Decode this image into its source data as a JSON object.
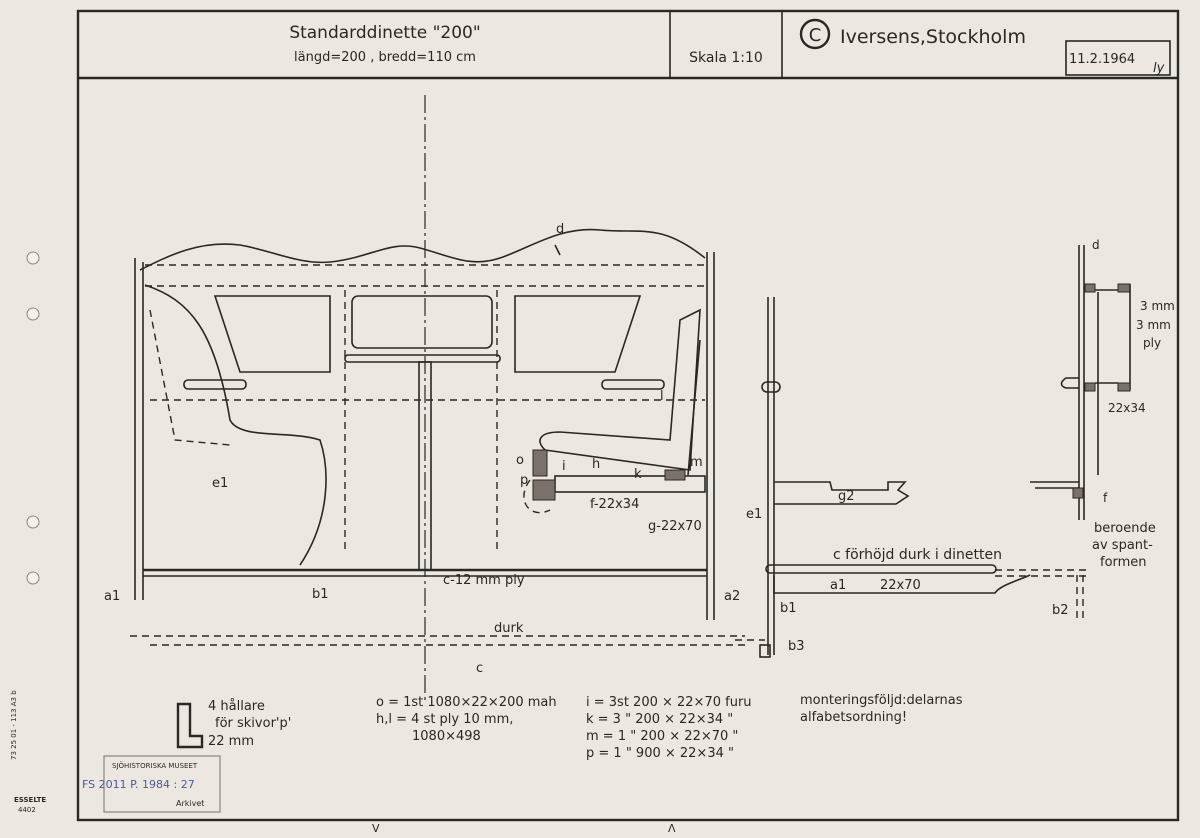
{
  "title_block": {
    "title": "Standarddinette \"200\"",
    "subtitle": "längd=200 , bredd=110 cm",
    "scale": "Skala  1:10",
    "copyright_symbol": "C",
    "company": "Iversens,Stockholm",
    "date": "11.2.1964",
    "signature": "ly"
  },
  "main_view_labels": {
    "d": "d",
    "e1": "e1",
    "a1": "a1",
    "b1": "b1",
    "c_ply": "c-12 mm ply",
    "a2": "a2",
    "durk": "durk",
    "c": "c",
    "l": "l",
    "o": "o",
    "p": "p",
    "i": "i",
    "h": "h",
    "k": "k",
    "m": "m",
    "f": "f-22x34",
    "g": "g-22x70"
  },
  "side_view_labels": {
    "g2": "g2",
    "e1": "e1",
    "c_raised": "c  förhöjd durk i dinetten",
    "a1": "a1",
    "a1_dim": "22x70",
    "b1": "b1",
    "b3": "b3",
    "b2": "b2",
    "dependent_line1": "beroende",
    "dependent_line2": "av spant-",
    "dependent_line3": "formen"
  },
  "detail_view_labels": {
    "d": "d",
    "dim_3mm": "3 mm",
    "ply_3mm": "3 mm",
    "ply": "ply",
    "dim_22x34": "22x34",
    "f": "f"
  },
  "notes": {
    "holder_line1": "4 hållare",
    "holder_line2": "för skivor'p'",
    "holder_line3": "22 mm",
    "parts_o": "o = 1st 1080×22×200 mah",
    "parts_hl": "h,l = 4 st  ply 10 mm,",
    "parts_hl_dim": "1080×498",
    "parts_i": "i = 3st 200 × 22×70 furu",
    "parts_k": "k = 3 \" 200 × 22×34  \"",
    "parts_m": "m = 1 \" 200 × 22×70  \"",
    "parts_p": "p = 1 \" 900 × 22×34  \"",
    "assembly_line1": "monteringsföljd:delarnas",
    "assembly_line2": "alfabetsordning!"
  },
  "margin": {
    "form_code": "73 25 01 - 113 A3 b",
    "brand": "ESSELTE",
    "brand_number": "4402",
    "stamp_top": "SJÖHISTORISKA MUSEET",
    "stamp_archive": "Arkivet",
    "archive_number": "FS 2011 P. 1984 : 27",
    "fold_mark_left": "V",
    "fold_mark_right": "Λ"
  }
}
